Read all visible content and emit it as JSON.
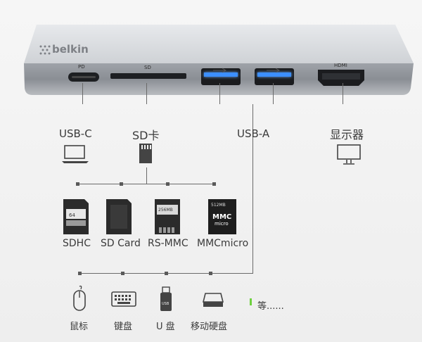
{
  "device": {
    "brand": "belkin",
    "port_labels": {
      "pd": "PD",
      "sd": "SD",
      "hdmi": "HDMI"
    }
  },
  "categories": {
    "usbc": "USB-C",
    "sd": "SD卡",
    "usba": "USB-A",
    "display": "显示器"
  },
  "cards": [
    {
      "label": "SDHC"
    },
    {
      "label": "SD Card"
    },
    {
      "label": "RS-MMC"
    },
    {
      "label": "MMCmicro"
    }
  ],
  "peripherals": [
    {
      "label": "鼠标",
      "icon": "mouse-icon"
    },
    {
      "label": "键盘",
      "icon": "keyboard-icon"
    },
    {
      "label": "U 盘",
      "icon": "usb-drive-icon"
    },
    {
      "label": "移动硬盘",
      "icon": "hard-drive-icon"
    }
  ],
  "etc_label": "等......",
  "colors": {
    "accent_green": "#6fd13f",
    "port_blue": "#3c8fff",
    "hub_silver": "#c4c7cc"
  }
}
